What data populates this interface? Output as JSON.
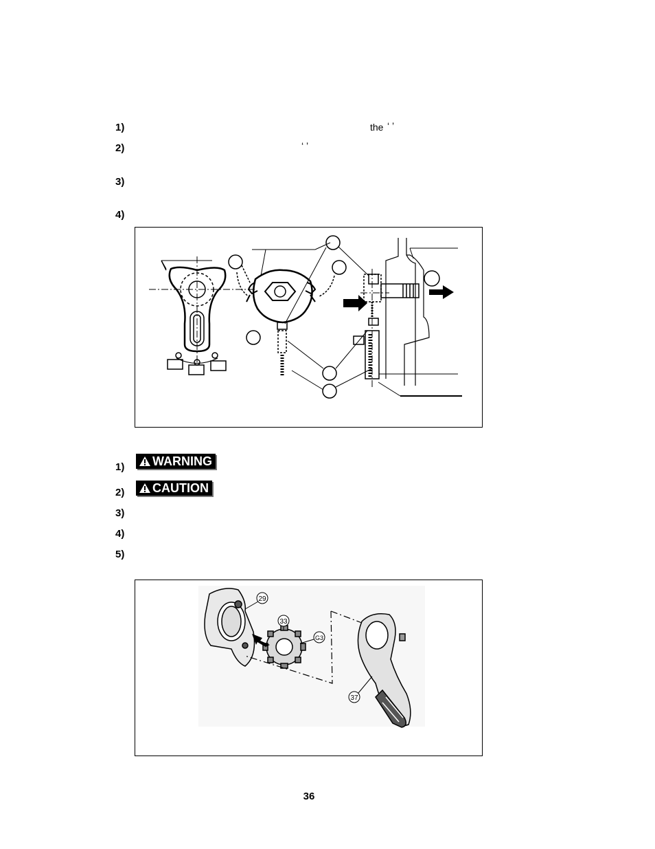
{
  "steps_top": [
    "1)",
    "2)",
    "3)",
    "4)"
  ],
  "fragments": {
    "step1_the": "the",
    "step1_quote": "‘   ’",
    "step2_quote": "‘ ’"
  },
  "steps_bottom": [
    "1)",
    "2)",
    "3)",
    "4)",
    "5)"
  ],
  "warning_label": "WARNING",
  "caution_label": "CAUTION",
  "figure2_callouts": [
    "29",
    "33",
    "G3",
    "37"
  ],
  "page_number": "36"
}
